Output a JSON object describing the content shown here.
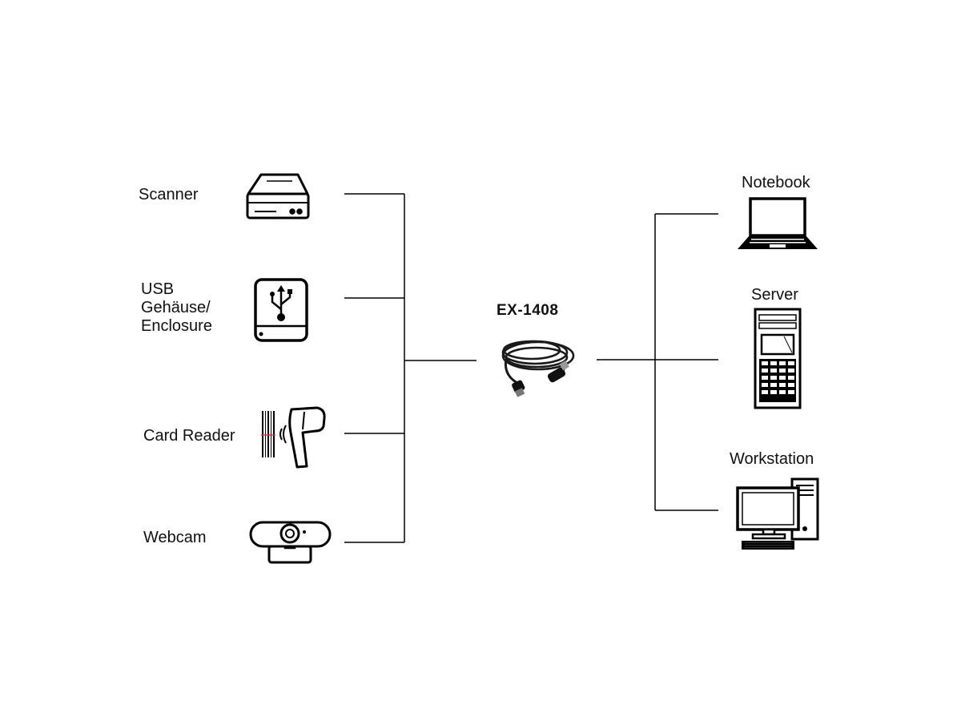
{
  "diagram": {
    "center": {
      "label": "EX-1408",
      "icon": "usb-extension-cable-icon"
    },
    "left_devices": [
      {
        "label": "Scanner",
        "icon": "scanner-icon"
      },
      {
        "label": "USB Gehäuse/ Enclosure",
        "icon": "usb-drive-enclosure-icon"
      },
      {
        "label": "Card Reader",
        "icon": "barcode-reader-icon"
      },
      {
        "label": "Webcam",
        "icon": "webcam-icon"
      }
    ],
    "right_devices": [
      {
        "label": "Notebook",
        "icon": "laptop-icon"
      },
      {
        "label": "Server",
        "icon": "server-tower-icon"
      },
      {
        "label": "Workstation",
        "icon": "desktop-workstation-icon"
      }
    ]
  }
}
